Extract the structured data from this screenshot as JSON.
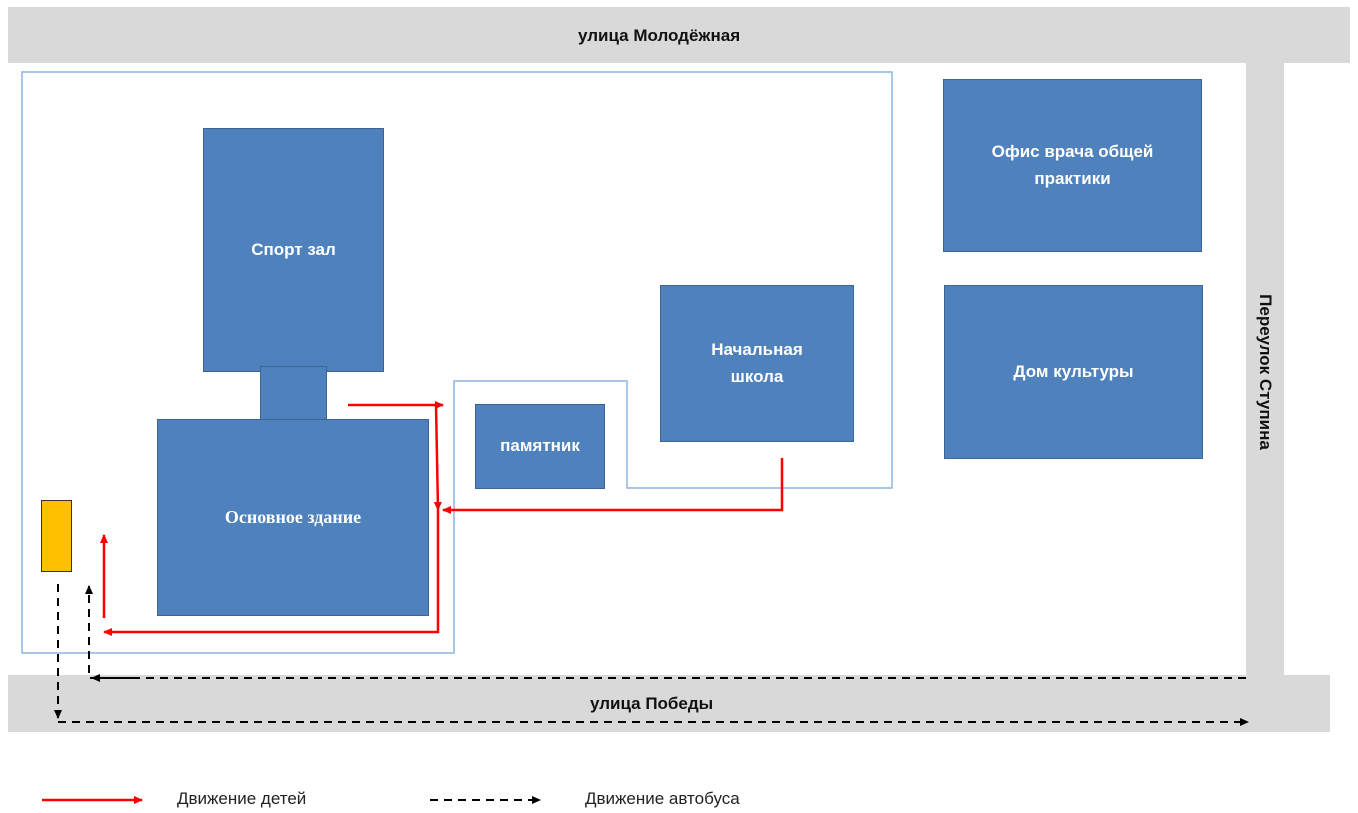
{
  "streets": {
    "top": "улица Молодёжная",
    "bottom": "улица Победы",
    "right": "Переулок Ступина"
  },
  "buildings": {
    "gym": "Спорт зал",
    "main": "Основное здание",
    "monument": "памятник",
    "primary_school_line1": "Начальная",
    "primary_school_line2": "школа",
    "doctor_office_line1": "Офис врача общей",
    "doctor_office_line2": "практики",
    "culture_house": "Дом культуры"
  },
  "legend": {
    "children": "Движение детей",
    "bus": "Движение автобуса"
  },
  "colors": {
    "road": "#d9d9d9",
    "building": "#4f81bd",
    "children_path": "#ff0000",
    "bus_path": "#000000",
    "bus": "#ffc000",
    "boundary": "#8db3e2"
  }
}
